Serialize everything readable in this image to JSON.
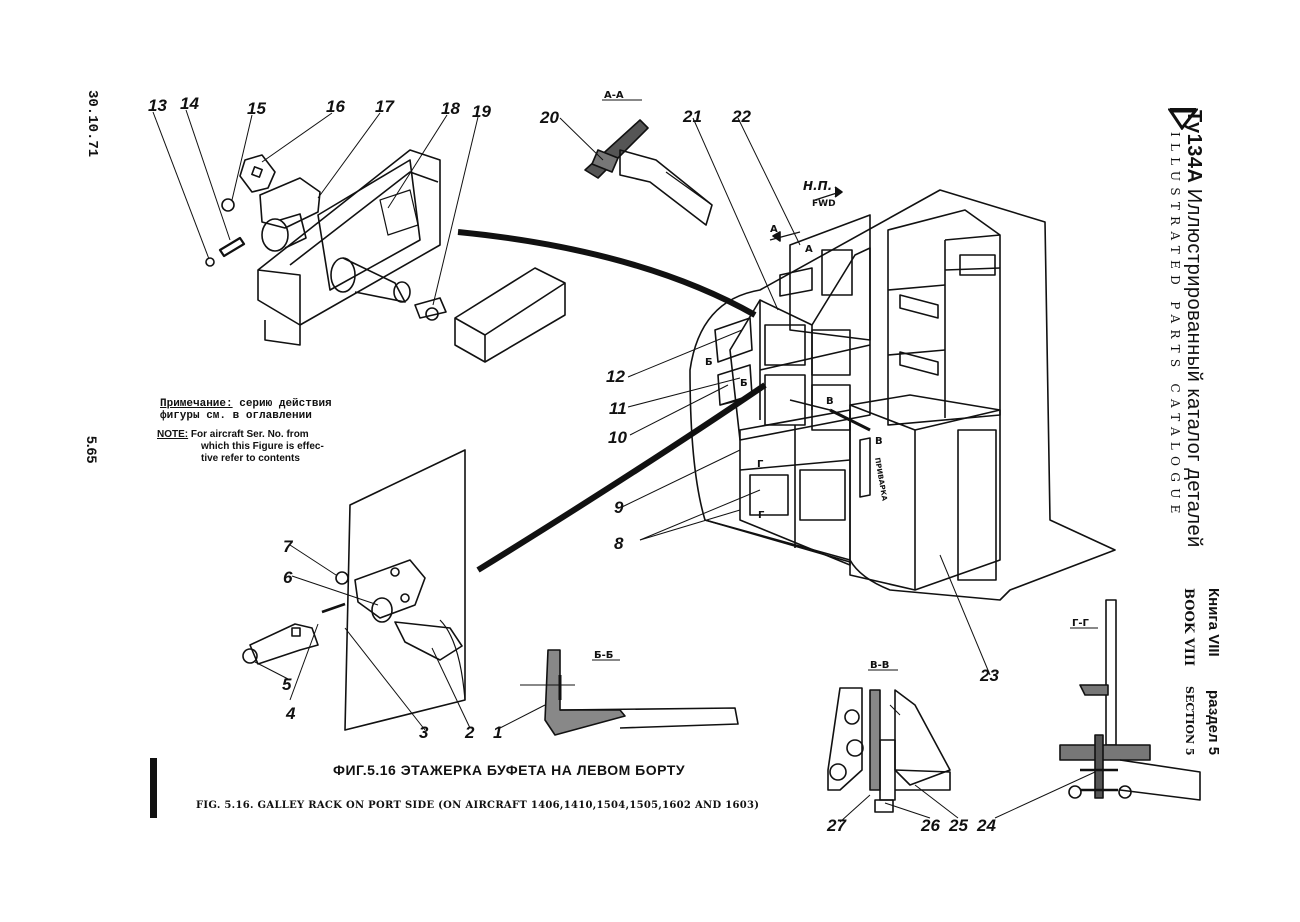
{
  "margin_left": {
    "date": "30.10.71",
    "page": "5.65"
  },
  "header": {
    "logo_text": "Ту",
    "model": "134A",
    "title_ru": "Иллюстрированный каталог деталей",
    "title_en": "ILLUSTRATED PARTS CATALOGUE",
    "book_ru": "Книга VIII",
    "section_ru": "раздел 5",
    "book_en": "BOOK VIII",
    "section_en": "SECTION 5"
  },
  "note": {
    "ru_label": "Примечание:",
    "ru_text_1": "серию действия",
    "ru_text_2": "фигуры см. в оглавлении",
    "en_label": "NOTE:",
    "en_text_1": "For aircraft Ser. No. from",
    "en_text_2": "which this Figure is effec-",
    "en_text_3": "tive refer to contents"
  },
  "figure": {
    "caption_ru": "ФИГ.5.16 ЭТАЖЕРКА БУФЕТА НА ЛЕВОМ БОРТУ",
    "caption_en": "FIG. 5.16. GALLEY RACK ON PORT SIDE (ON AIRCRAFT 1406,1410,1504,1505,1602 AND 1603)"
  },
  "sections": {
    "aa": "А-А",
    "bb": "Б-Б",
    "vv": "В-В",
    "gg": "Г-Г"
  },
  "markers": {
    "np": "Н.П.",
    "fwd": "FWD",
    "a1": "А",
    "a2": "А",
    "b1": "Б",
    "b2": "Б",
    "v1": "В",
    "v2": "В",
    "g1": "Г",
    "g2": "Г",
    "door_label": "ПРИВАРКА"
  },
  "callouts": [
    "1",
    "2",
    "3",
    "4",
    "5",
    "6",
    "7",
    "8",
    "9",
    "10",
    "11",
    "12",
    "13",
    "14",
    "15",
    "16",
    "17",
    "18",
    "19",
    "20",
    "21",
    "22",
    "23",
    "24",
    "25",
    "26",
    "27"
  ]
}
